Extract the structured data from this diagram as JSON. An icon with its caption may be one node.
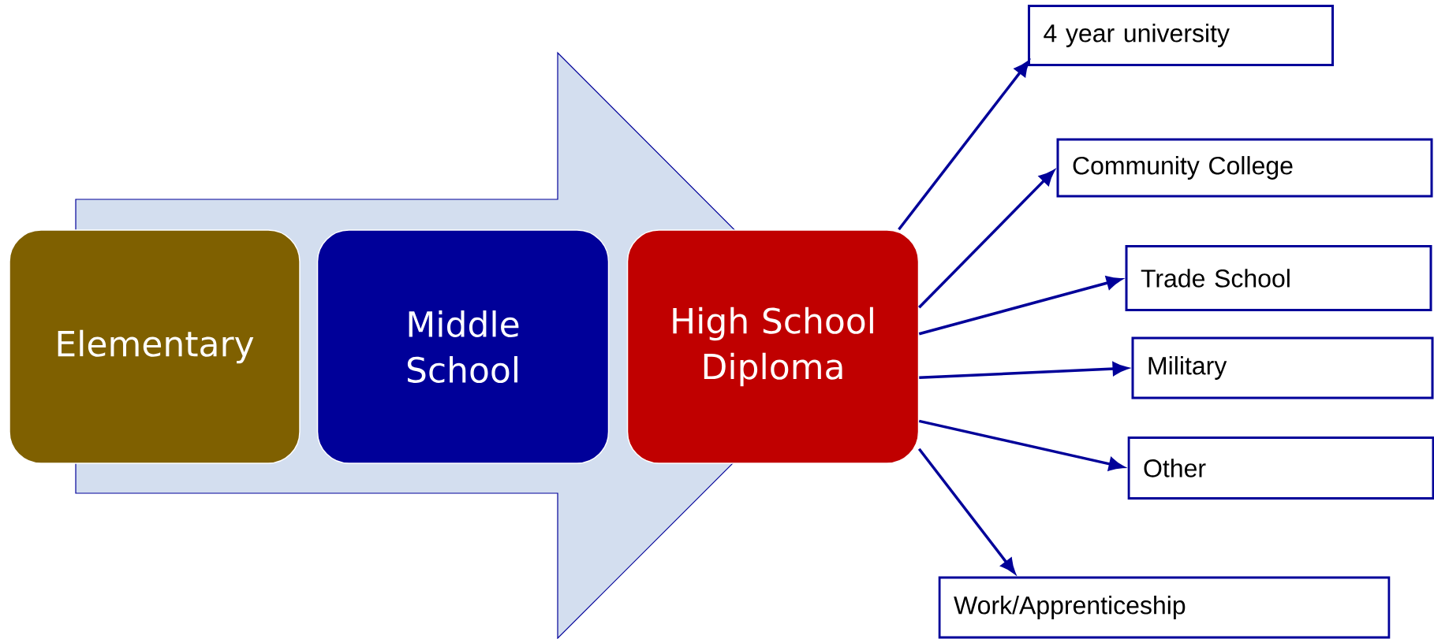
{
  "diagram": {
    "nodes": [
      {
        "text": [
          "Elementary"
        ]
      },
      {
        "text": [
          "Middle School"
        ]
      },
      {
        "text": [
          "High School Diploma"
        ]
      },
      {
        "text": [
          "4 year university"
        ]
      },
      {
        "text": [
          "Community College"
        ]
      },
      {
        "text": [
          "Trade School"
        ]
      },
      {
        "text": [
          "Military"
        ]
      },
      {
        "text": [
          "Other"
        ]
      },
      {
        "text": [
          "Work/Apprenticeship"
        ]
      }
    ],
    "edges": [
      {
        "from": 0,
        "to": 2,
        "arrow": "to"
      },
      {
        "from": 2,
        "to": 3,
        "arrow": "to"
      },
      {
        "from": 2,
        "to": 4,
        "arrow": "to"
      },
      {
        "from": 2,
        "to": 5,
        "arrow": "to"
      },
      {
        "from": 2,
        "to": 6,
        "arrow": "to"
      },
      {
        "from": 2,
        "to": 7,
        "arrow": "to"
      },
      {
        "from": 2,
        "to": 8,
        "arrow": "to"
      }
    ]
  }
}
